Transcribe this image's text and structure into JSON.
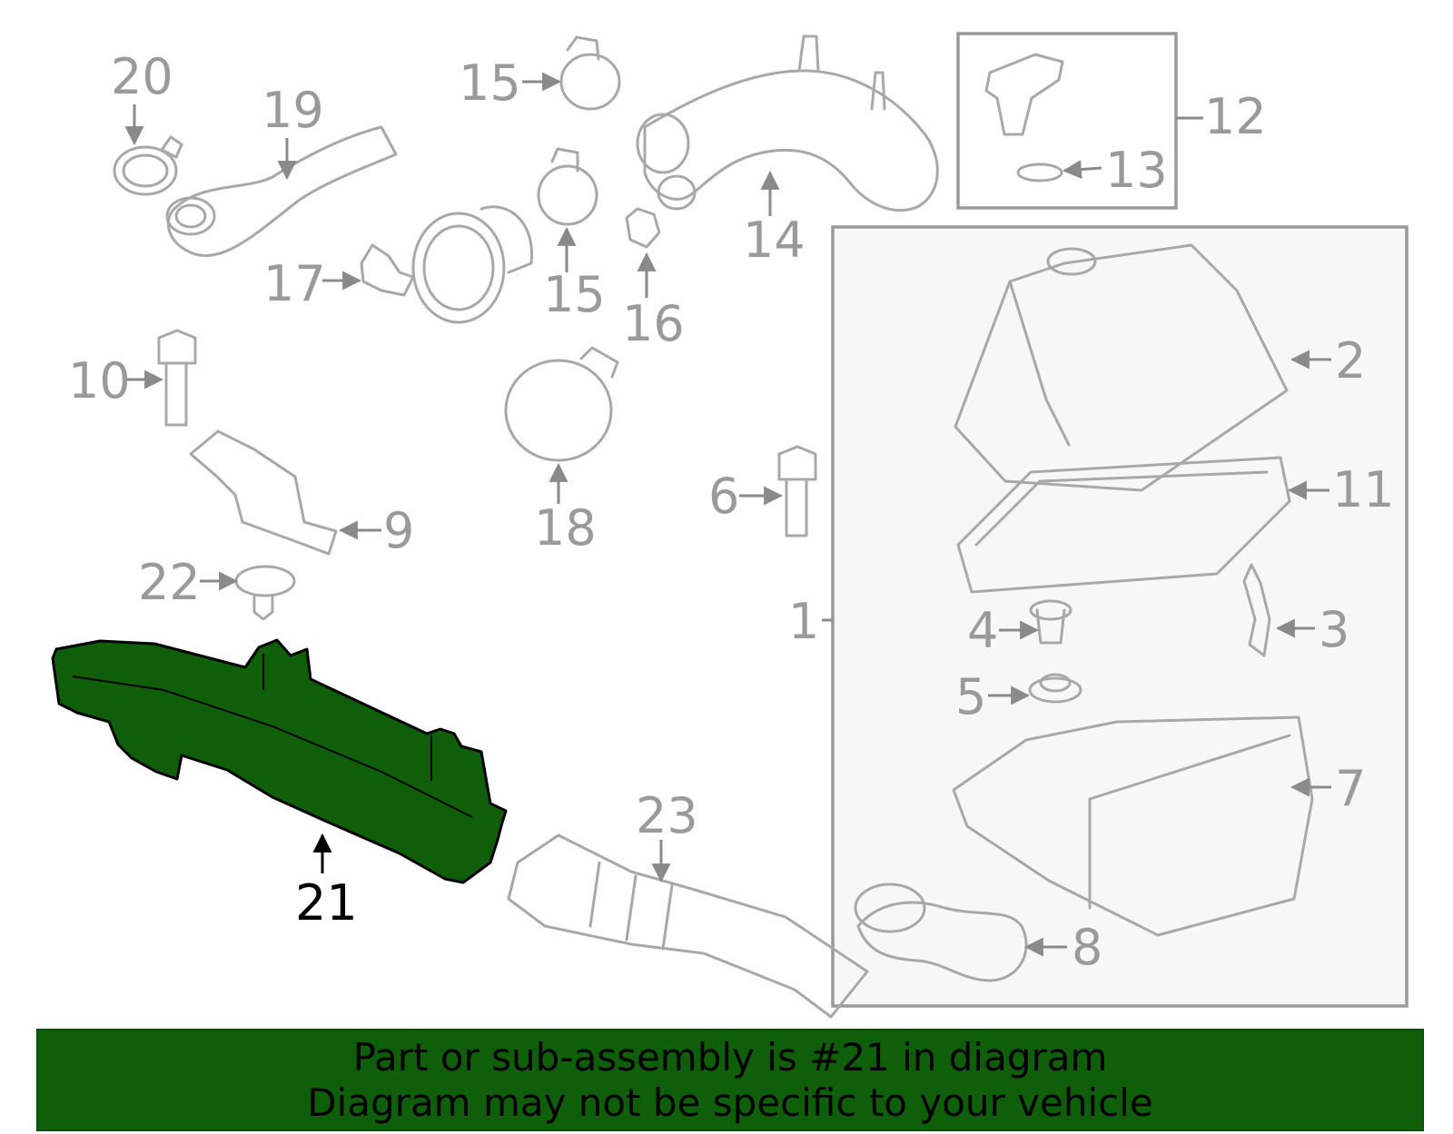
{
  "colors": {
    "highlight_fill": "#0f5e0a",
    "banner_fill": "#0f5e0a",
    "banner_text": "#000000",
    "part_stroke": "#a8a8a8",
    "label_color": "#9a9a9a",
    "highlight_label": "#000000"
  },
  "diagram": {
    "highlighted_part": "21",
    "callouts": {
      "c1": "1",
      "c2": "2",
      "c3": "3",
      "c4": "4",
      "c5": "5",
      "c6": "6",
      "c7": "7",
      "c8": "8",
      "c9": "9",
      "c10": "10",
      "c11": "11",
      "c12": "12",
      "c13": "13",
      "c14": "14",
      "c15a": "15",
      "c15b": "15",
      "c16": "16",
      "c17": "17",
      "c18": "18",
      "c19": "19",
      "c20": "20",
      "c21": "21",
      "c22": "22",
      "c23": "23"
    }
  },
  "banner": {
    "line1": "Part or sub-assembly is #21 in diagram",
    "line2": "Diagram may not be specific to your vehicle"
  }
}
